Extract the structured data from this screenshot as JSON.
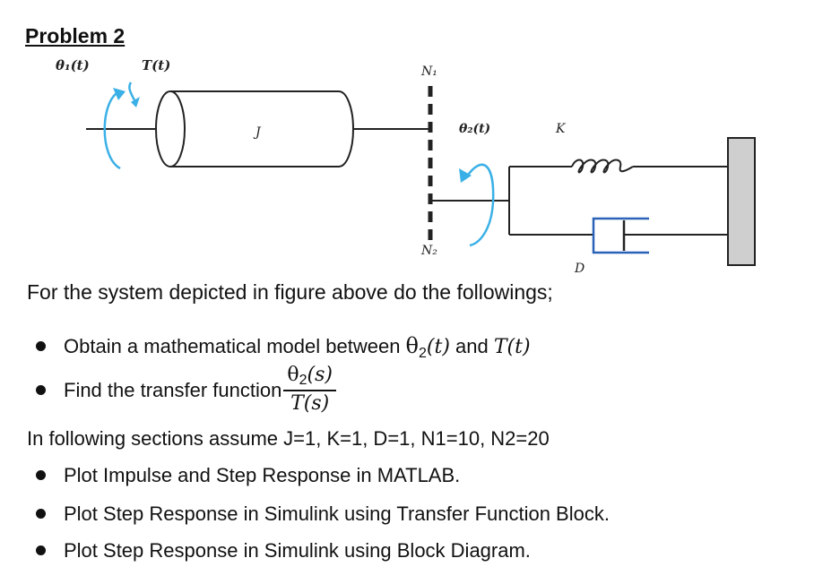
{
  "title": "Problem 2",
  "figure": {
    "labels": {
      "theta1": "θ₁(t)",
      "torque": "T(t)",
      "inertia": "J",
      "n1": "N₁",
      "n2": "N₂",
      "theta2": "θ₂(t)",
      "spring": "K",
      "damper": "D"
    },
    "colors": {
      "arrow": "#3ab0e6",
      "line": "#222222",
      "damper": "#2a62b8",
      "wall": "#cfcfcf"
    }
  },
  "intro": "For the system depicted in figure above do the followings;",
  "bullet1": {
    "text": "Obtain a mathematical model between ",
    "theta": "θ",
    "sub": "2",
    "tvar": "(t)",
    "and": " and ",
    "T": "T",
    "Tvar": "(t)"
  },
  "bullet2": {
    "text": "Find the transfer function",
    "num_theta": "θ",
    "num_sub": "2",
    "num_var": "(s)",
    "den": "T(s)"
  },
  "assume": "In following sections assume J=1, K=1, D=1, N1=10, N2=20",
  "tasks": [
    "Plot Impulse and Step Response in MATLAB.",
    "Plot Step Response in Simulink using Transfer Function Block.",
    "Plot Step Response in Simulink using Block Diagram."
  ]
}
